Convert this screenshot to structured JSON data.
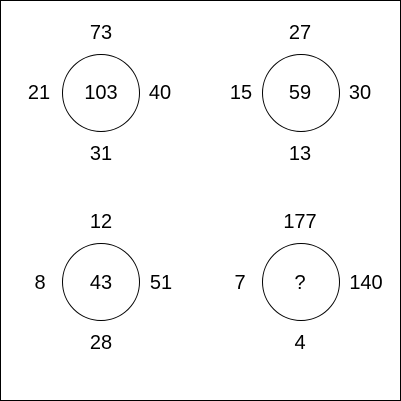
{
  "puzzle": {
    "circles": [
      {
        "top": "73",
        "left": "21",
        "center": "103",
        "right": "40",
        "bottom": "31"
      },
      {
        "top": "27",
        "left": "15",
        "center": "59",
        "right": "30",
        "bottom": "13"
      },
      {
        "top": "12",
        "left": "8",
        "center": "43",
        "right": "51",
        "bottom": "28"
      },
      {
        "top": "177",
        "left": "7",
        "center": "?",
        "right": "140",
        "bottom": "4"
      }
    ]
  }
}
